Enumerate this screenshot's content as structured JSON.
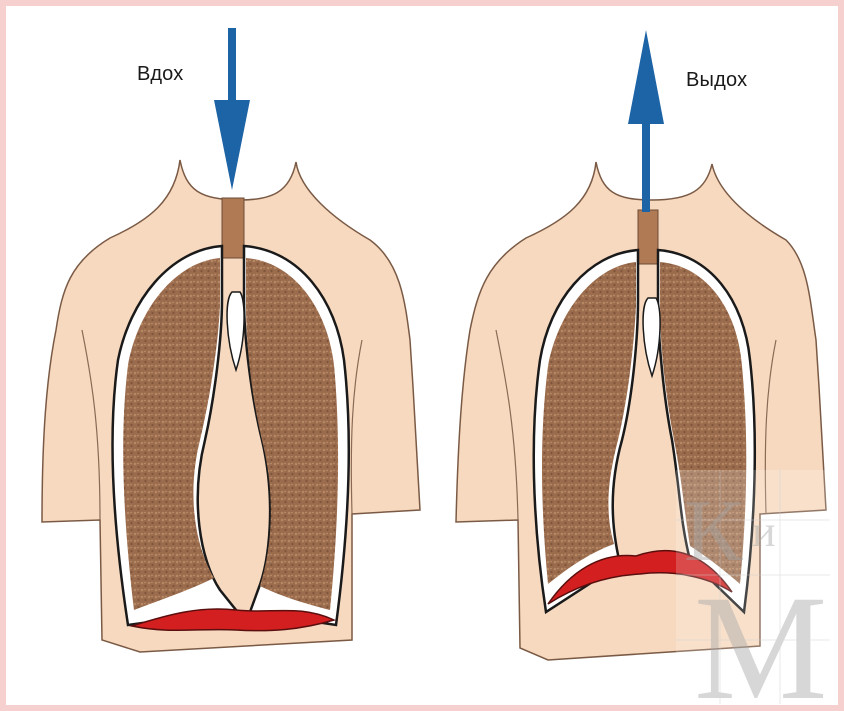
{
  "labels": {
    "inhale": "Вдох",
    "exhale": "Выдох"
  },
  "watermark": {
    "top": "К",
    "middle": "и",
    "bottom": "М"
  },
  "colors": {
    "page_border": "#f6cfcf",
    "skin": "#f7d9bf",
    "lung": "#9a6b4c",
    "trachea": "#b07a55",
    "diaphragm": "#d31f1f",
    "arrow": "#1d64a6"
  },
  "arrows": {
    "inhale_direction": "down",
    "exhale_direction": "up"
  }
}
